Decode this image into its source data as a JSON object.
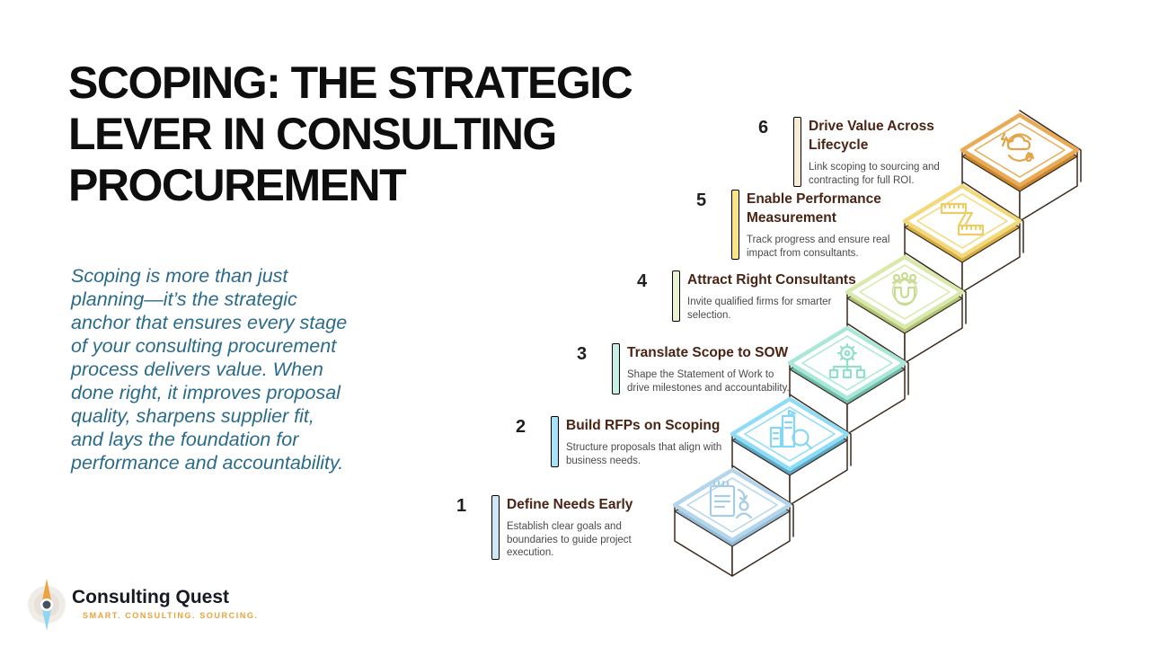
{
  "slide": {
    "title": "SCOPING: THE STRATEGIC\nLEVER IN CONSULTING\nPROCUREMENT",
    "intro": "Scoping is more than just\nplanning—it’s the strategic\nanchor that ensures every stage\nof your consulting procurement\nprocess delivers value. When\ndone right, it improves proposal\nquality, sharpens supplier fit,\nand lays the foundation for\nperformance and accountability."
  },
  "steps": [
    {
      "number": "1",
      "title": "Define Needs Early",
      "description": "Establish clear goals and\nboundaries to guide project\nexecution.",
      "color": "#b4d6ec",
      "icon": "clipboard-progress-icon"
    },
    {
      "number": "2",
      "title": "Build RFPs on Scoping",
      "description": "Structure proposals that align with\nbusiness needs.",
      "color": "#8edcf6",
      "icon": "building-search-icon"
    },
    {
      "number": "3",
      "title": "Translate Scope to SOW",
      "description": "Shape the Statement of Work to\ndrive milestones and accountability.",
      "color": "#a9e7d8",
      "icon": "gear-hierarchy-icon"
    },
    {
      "number": "4",
      "title": "Attract Right Consultants",
      "description": "Invite qualified firms for smarter\nselection.",
      "color": "#d9e9ab",
      "icon": "magnet-people-icon"
    },
    {
      "number": "5",
      "title": "Enable Performance\nMeasurement",
      "description": "Track progress and ensure real\nimpact from consultants.",
      "color": "#f2d97b",
      "icon": "measuring-tape-icon"
    },
    {
      "number": "6",
      "title": "Drive Value Across\nLifecycle",
      "description": "Link scoping to sourcing and\ncontracting for full ROI.",
      "color": "#e9ab56",
      "icon": "cloud-refresh-icon"
    }
  ],
  "footer": {
    "logo_name": "Consulting Quest",
    "logo_tagline": "SMART. CONSULTING. SOURCING."
  },
  "colors": {
    "stair_outline": "#3c2a1c",
    "title_text": "#0e0e0e",
    "intro_text": "#2a6b8b",
    "step_title_text": "#4a2414",
    "step_desc_text": "#4a4a4a",
    "logo_orange": "#e9a33b",
    "logo_blue": "#8fd7f2"
  }
}
